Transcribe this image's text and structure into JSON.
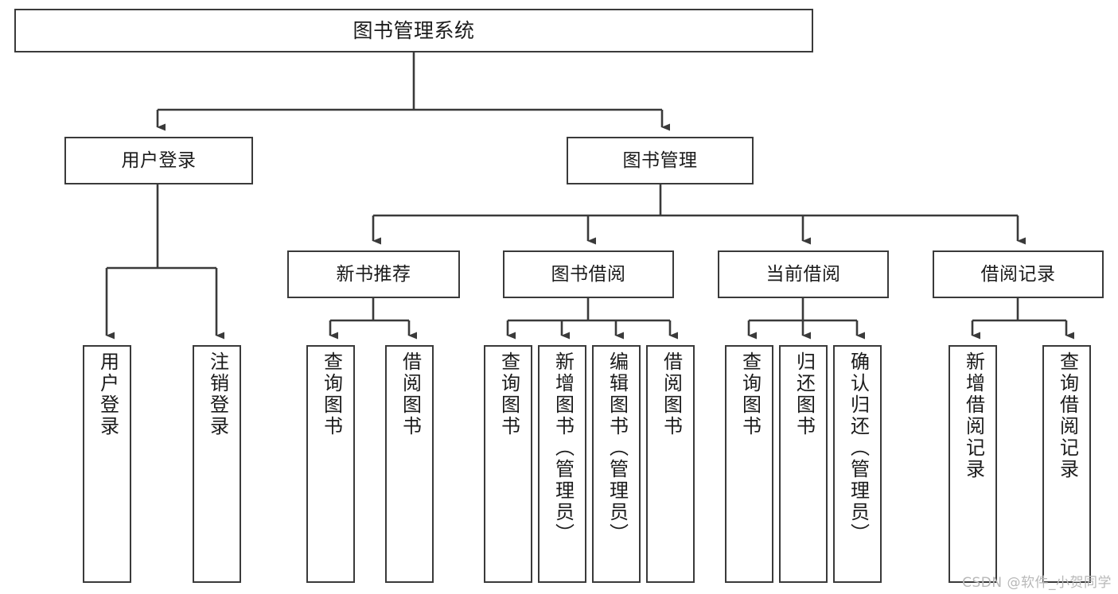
{
  "diagram": {
    "title": "图书管理系统",
    "type": "tree-hierarchy",
    "watermark": "CSDN @软件_小贺同学",
    "colors": {
      "stroke": "#3a3a3a",
      "background": "#ffffff",
      "text": "#1b1b1b",
      "watermark": "#b8b8b8"
    },
    "nodes": {
      "root": {
        "label": "图书管理系统"
      },
      "level1": [
        {
          "id": "user-login",
          "label": "用户登录"
        },
        {
          "id": "book-management",
          "label": "图书管理"
        }
      ],
      "level2": [
        {
          "id": "new-book-recommend",
          "label": "新书推荐"
        },
        {
          "id": "book-borrow",
          "label": "图书借阅"
        },
        {
          "id": "current-borrow",
          "label": "当前借阅"
        },
        {
          "id": "borrow-record",
          "label": "借阅记录"
        }
      ],
      "leaves": {
        "user_login": [
          {
            "id": "leaf-user-login",
            "label": "用户登录"
          },
          {
            "id": "leaf-logout-login",
            "label": "注销登录"
          }
        ],
        "new_book_recommend": [
          {
            "id": "leaf-query-book-1",
            "label": "查询图书"
          },
          {
            "id": "leaf-borrow-book-1",
            "label": "借阅图书"
          }
        ],
        "book_borrow": [
          {
            "id": "leaf-query-book-2",
            "label": "查询图书"
          },
          {
            "id": "leaf-add-book",
            "label": "新增图书（管理员）"
          },
          {
            "id": "leaf-edit-book",
            "label": "编辑图书（管理员）"
          },
          {
            "id": "leaf-borrow-book-2",
            "label": "借阅图书"
          }
        ],
        "current_borrow": [
          {
            "id": "leaf-query-book-3",
            "label": "查询图书"
          },
          {
            "id": "leaf-return-book",
            "label": "归还图书"
          },
          {
            "id": "leaf-confirm-return",
            "label": "确认归还（管理员）"
          }
        ],
        "borrow_record": [
          {
            "id": "leaf-add-record",
            "label": "新增借阅记录"
          },
          {
            "id": "leaf-query-record",
            "label": "查询借阅记录"
          }
        ]
      }
    }
  }
}
